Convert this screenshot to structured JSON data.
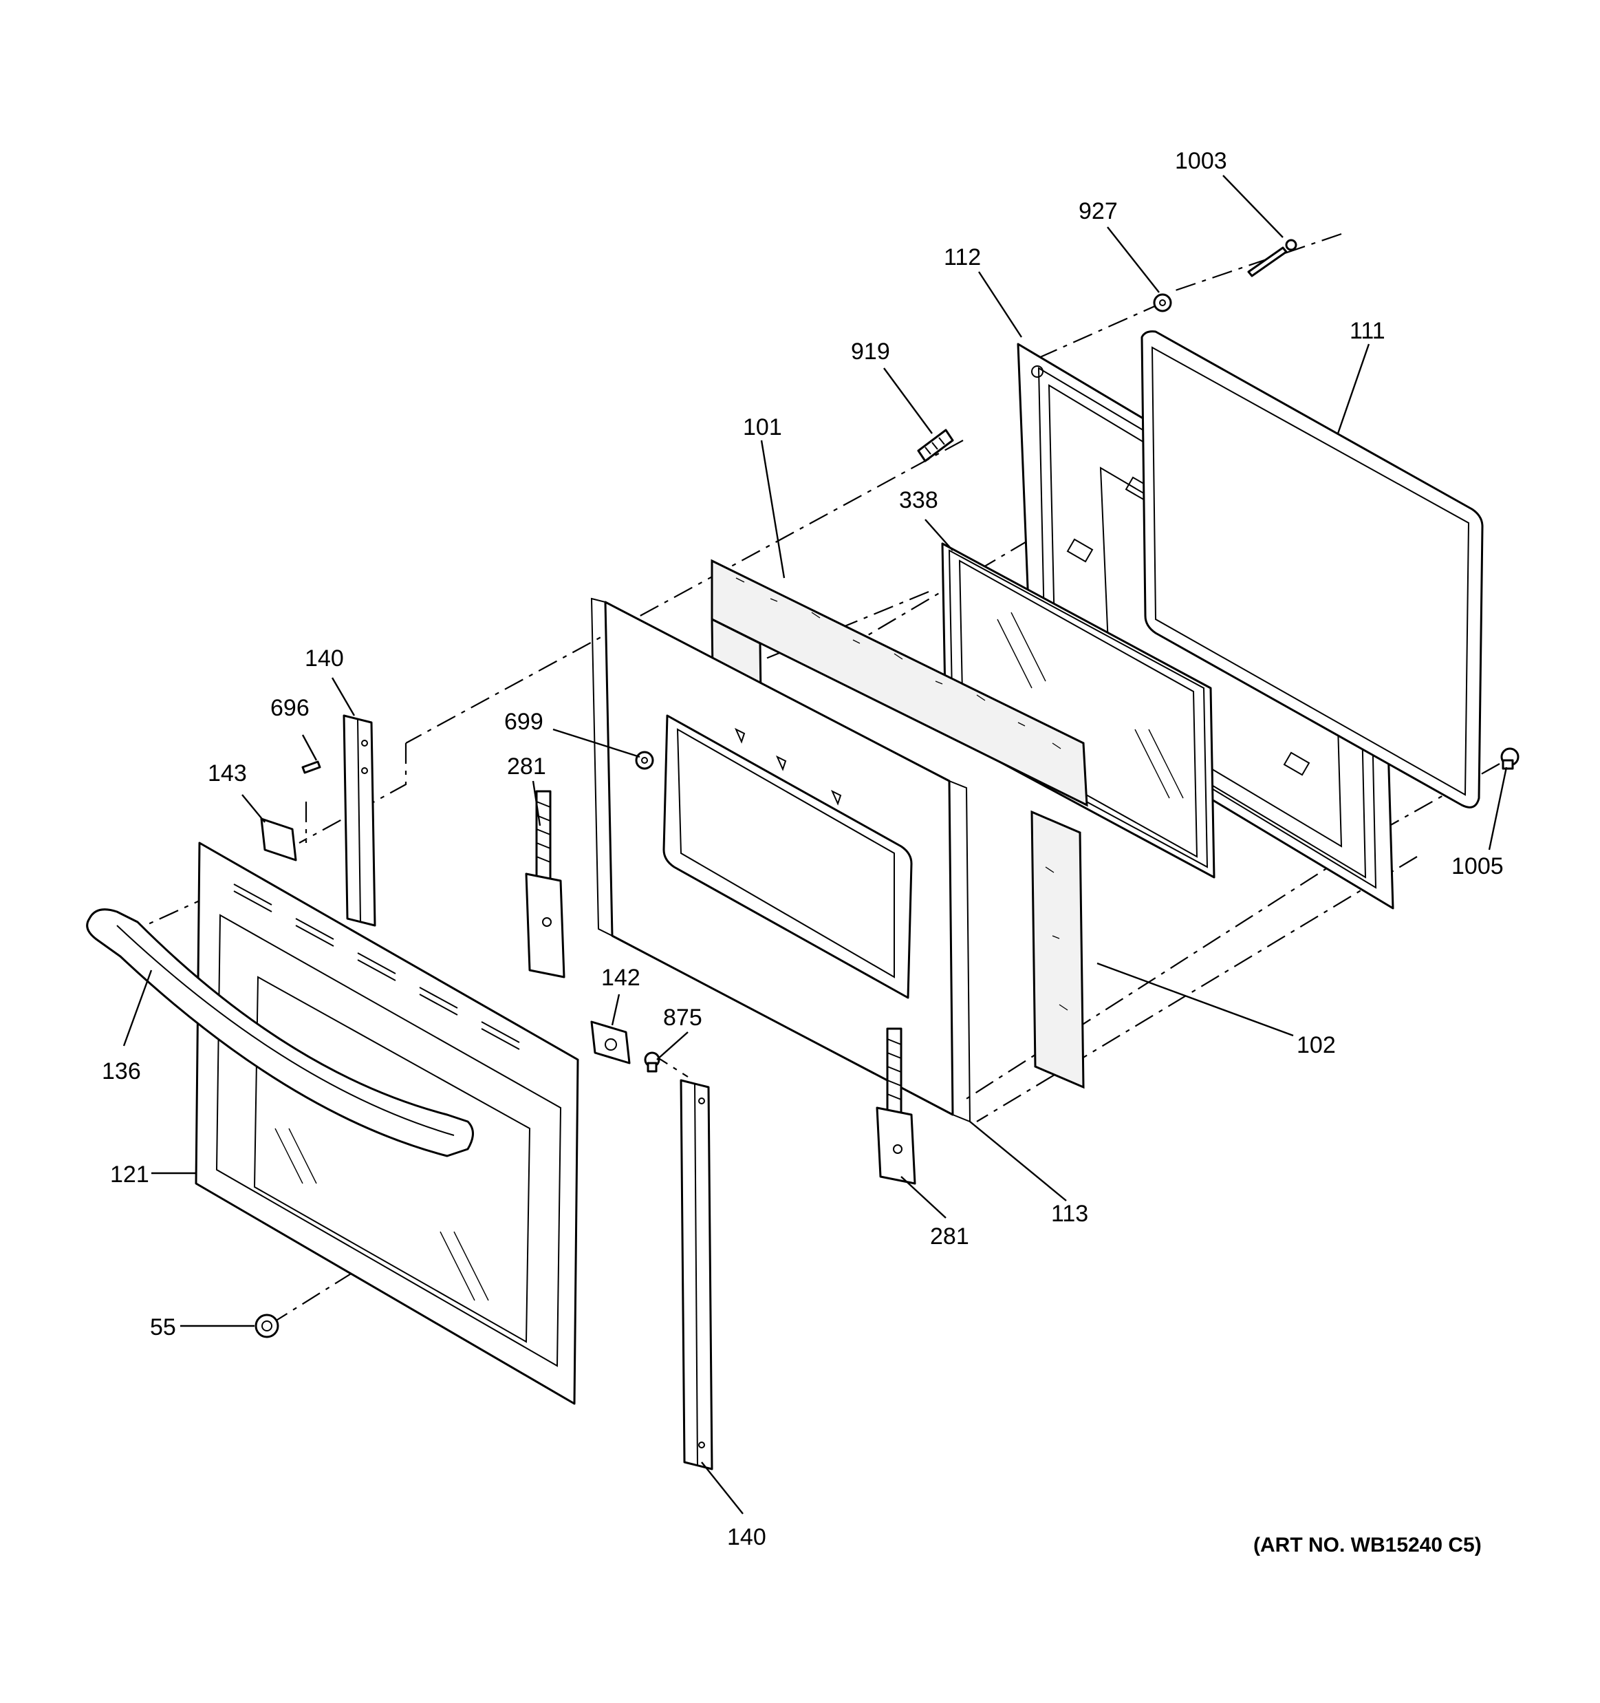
{
  "diagram": {
    "art_number": "(ART NO. WB15240 C5)",
    "callouts": {
      "c1003": "1003",
      "c927": "927",
      "c112": "112",
      "c111": "111",
      "c919": "919",
      "c101": "101",
      "c338": "338",
      "c140_top": "140",
      "c696": "696",
      "c699": "699",
      "c143": "143",
      "c281_left": "281",
      "c1005": "1005",
      "c136": "136",
      "c142": "142",
      "c875": "875",
      "c102": "102",
      "c121": "121",
      "c113": "113",
      "c281_right": "281",
      "c55": "55",
      "c140_bottom": "140"
    }
  }
}
